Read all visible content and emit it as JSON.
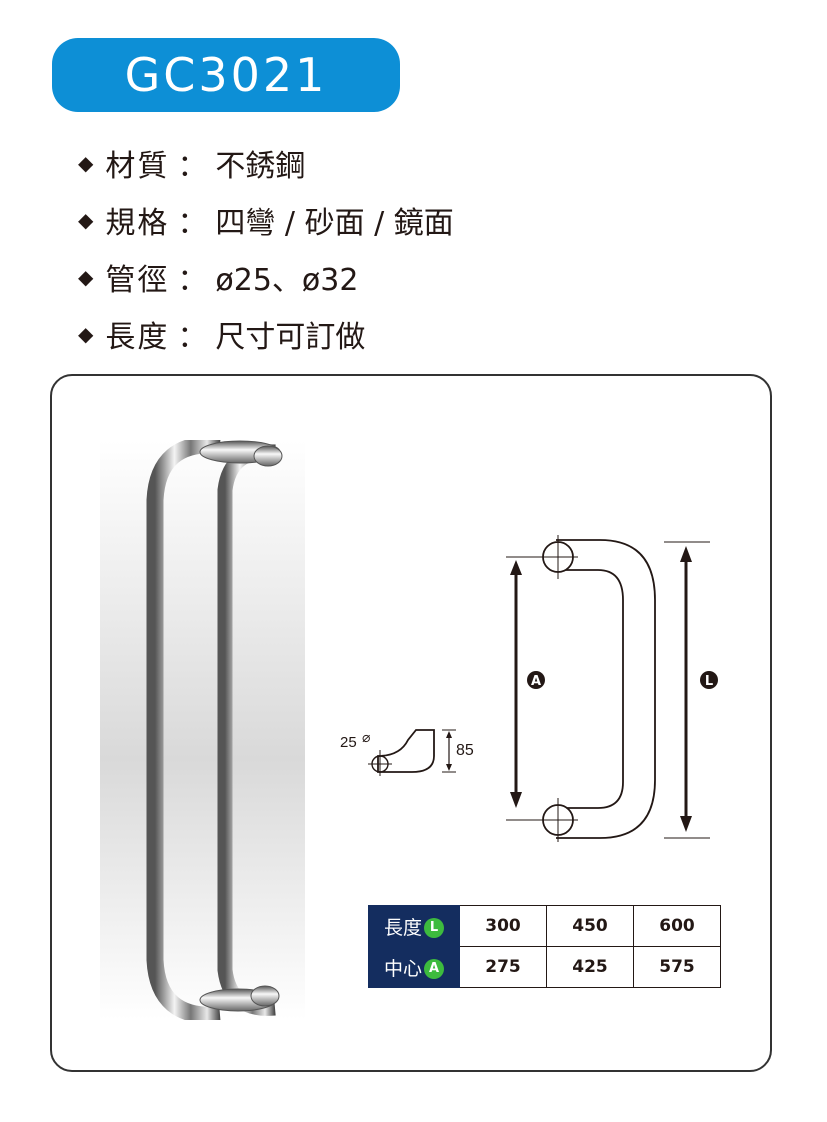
{
  "title": "GC3021",
  "specs": [
    {
      "key": "材質",
      "sep": "：",
      "value": "不銹鋼"
    },
    {
      "key": "規格",
      "sep": "：",
      "value": "四彎 / 砂面 / 鏡面"
    },
    {
      "key": "管徑",
      "sep": "：",
      "value": "ø25、ø32"
    },
    {
      "key": "長度",
      "sep": "：",
      "value": "尺寸可訂做"
    }
  ],
  "drawing": {
    "label_a": "A",
    "label_l": "L",
    "diameter_label": "25",
    "diameter_symbol": "⌀",
    "depth_label": "85"
  },
  "table": {
    "rows": [
      {
        "label": "長度",
        "badge": "L",
        "values": [
          "300",
          "450",
          "600"
        ]
      },
      {
        "label": "中心",
        "badge": "A",
        "values": [
          "275",
          "425",
          "575"
        ]
      }
    ]
  },
  "colors": {
    "accent": "#0d8fd6",
    "table_header": "#142d5f",
    "badge": "#3dbb3e"
  }
}
